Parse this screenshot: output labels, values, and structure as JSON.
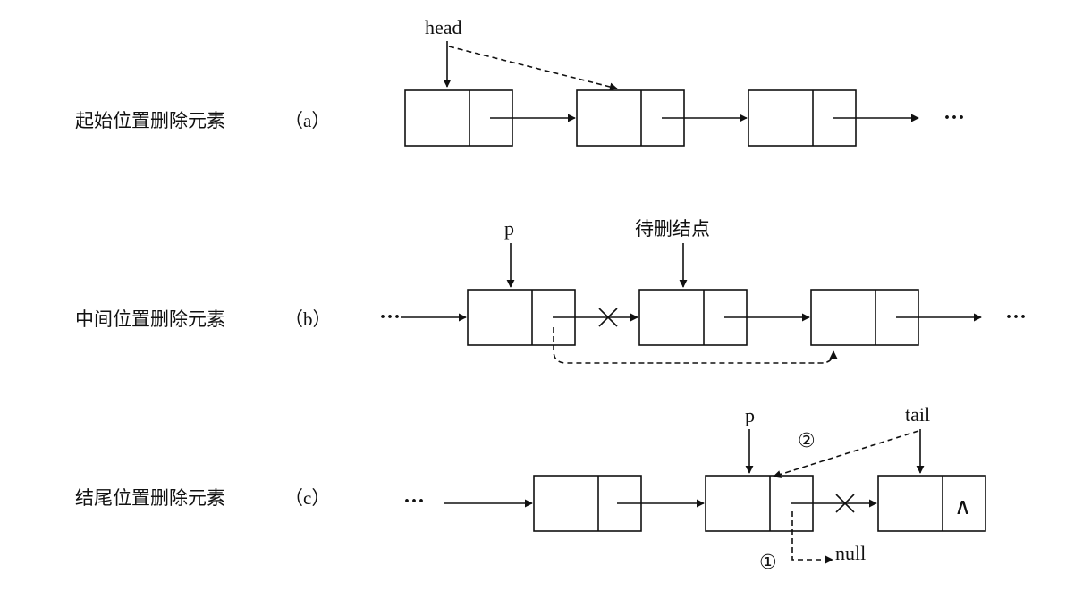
{
  "rows": {
    "a": {
      "title": "起始位置删除元素",
      "tag": "（a）"
    },
    "b": {
      "title": "中间位置删除元素",
      "tag": "（b）"
    },
    "c": {
      "title": "结尾位置删除元素",
      "tag": "（c）"
    }
  },
  "pointers": {
    "head": "head",
    "p_b": "p",
    "del_node": "待删结点",
    "p_c": "p",
    "tail": "tail",
    "null": "null"
  },
  "marks": {
    "ellipsis": "···",
    "step1": "①",
    "step2": "②",
    "null_symbol": "∧"
  }
}
